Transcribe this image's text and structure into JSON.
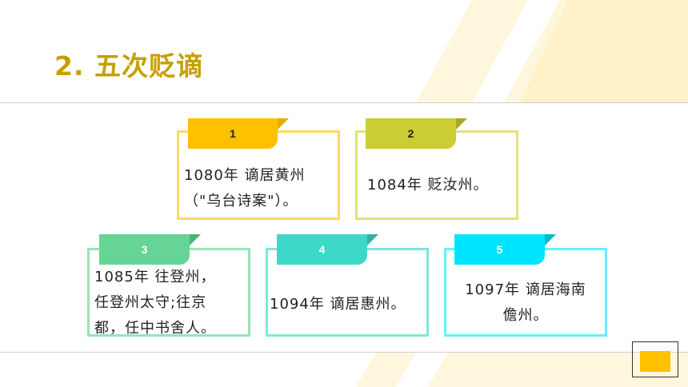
{
  "colors": {
    "title": "#C7A000",
    "accent_yellow": "#FFC000",
    "deco_light": "#FFF5D6"
  },
  "slide": {
    "title": "2. 五次贬谪"
  },
  "cards": [
    {
      "num": "1",
      "text": "1080年  谪居黄州\n（\"乌台诗案\"）。",
      "tab_color": "#FFC000",
      "border_color": "#FFD966"
    },
    {
      "num": "2",
      "text": "1084年  贬汝州。",
      "tab_color": "#CCCC33",
      "border_color": "#E2E27A"
    },
    {
      "num": "3",
      "text": "1085年  往登州，\n任登州太守;往京\n都，任中书舍人。",
      "tab_color": "#66D494",
      "border_color": "#99E4B6"
    },
    {
      "num": "4",
      "text": "1094年  谪居惠州。",
      "tab_color": "#3DD9C8",
      "border_color": "#7FE6DB"
    },
    {
      "num": "5",
      "text": "1097年  谪居海南\n儋州。",
      "tab_color": "#00E5FF",
      "border_color": "#66EEFF"
    }
  ]
}
